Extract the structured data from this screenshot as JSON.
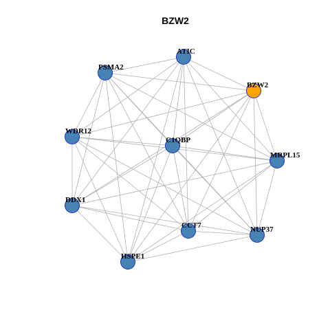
{
  "title": "BZW2",
  "colors": {
    "default_node": "#4682b4",
    "highlight_node": "#ffa500",
    "node_border": "#1f2fbf",
    "edge": "#b0b0b0"
  },
  "nodes": [
    {
      "id": "ATIC",
      "label": "ATIC",
      "highlight": false
    },
    {
      "id": "PSMA2",
      "label": "PSMA2",
      "highlight": false
    },
    {
      "id": "BZW2",
      "label": "BZW2",
      "highlight": true
    },
    {
      "id": "WDR12",
      "label": "WDR12",
      "highlight": false
    },
    {
      "id": "C1QBP",
      "label": "C1QBP",
      "highlight": false
    },
    {
      "id": "MRPL15",
      "label": "MRPL15",
      "highlight": false
    },
    {
      "id": "DDX1",
      "label": "DDX1",
      "highlight": false
    },
    {
      "id": "CCT7",
      "label": "CCT7",
      "highlight": false
    },
    {
      "id": "NUP37",
      "label": "NUP37",
      "highlight": false
    },
    {
      "id": "HSPE1",
      "label": "HSPE1",
      "highlight": false
    }
  ],
  "edges": [
    [
      "PSMA2",
      "ATIC"
    ],
    [
      "PSMA2",
      "BZW2"
    ],
    [
      "PSMA2",
      "WDR12"
    ],
    [
      "PSMA2",
      "DDX1"
    ],
    [
      "PSMA2",
      "C1QBP"
    ],
    [
      "PSMA2",
      "MRPL15"
    ],
    [
      "PSMA2",
      "CCT7"
    ],
    [
      "PSMA2",
      "NUP37"
    ],
    [
      "PSMA2",
      "HSPE1"
    ],
    [
      "ATIC",
      "BZW2"
    ],
    [
      "ATIC",
      "WDR12"
    ],
    [
      "ATIC",
      "C1QBP"
    ],
    [
      "ATIC",
      "MRPL15"
    ],
    [
      "ATIC",
      "DDX1"
    ],
    [
      "ATIC",
      "CCT7"
    ],
    [
      "ATIC",
      "NUP37"
    ],
    [
      "ATIC",
      "HSPE1"
    ],
    [
      "BZW2",
      "WDR12"
    ],
    [
      "BZW2",
      "C1QBP"
    ],
    [
      "BZW2",
      "MRPL15"
    ],
    [
      "BZW2",
      "DDX1"
    ],
    [
      "BZW2",
      "CCT7"
    ],
    [
      "BZW2",
      "NUP37"
    ],
    [
      "BZW2",
      "HSPE1"
    ],
    [
      "WDR12",
      "C1QBP"
    ],
    [
      "WDR12",
      "MRPL15"
    ],
    [
      "WDR12",
      "DDX1"
    ],
    [
      "WDR12",
      "CCT7"
    ],
    [
      "WDR12",
      "NUP37"
    ],
    [
      "WDR12",
      "HSPE1"
    ],
    [
      "C1QBP",
      "MRPL15"
    ],
    [
      "C1QBP",
      "DDX1"
    ],
    [
      "C1QBP",
      "CCT7"
    ],
    [
      "C1QBP",
      "NUP37"
    ],
    [
      "C1QBP",
      "HSPE1"
    ],
    [
      "MRPL15",
      "DDX1"
    ],
    [
      "MRPL15",
      "CCT7"
    ],
    [
      "MRPL15",
      "NUP37"
    ],
    [
      "MRPL15",
      "HSPE1"
    ],
    [
      "DDX1",
      "CCT7"
    ],
    [
      "DDX1",
      "NUP37"
    ],
    [
      "DDX1",
      "HSPE1"
    ],
    [
      "CCT7",
      "NUP37"
    ],
    [
      "CCT7",
      "HSPE1"
    ],
    [
      "NUP37",
      "HSPE1"
    ]
  ]
}
